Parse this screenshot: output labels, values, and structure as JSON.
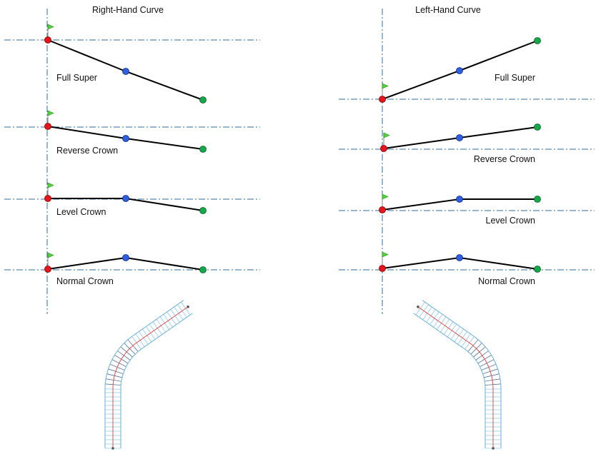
{
  "panels": [
    {
      "id": "right",
      "title": "Right-Hand Curve",
      "label_align": "left",
      "rows": [
        {
          "label": "Full Super"
        },
        {
          "label": "Reverse Crown"
        },
        {
          "label": "Level Crown"
        },
        {
          "label": "Normal Crown"
        }
      ]
    },
    {
      "id": "left",
      "title": "Left-Hand Curve",
      "label_align": "right",
      "rows": [
        {
          "label": "Full Super"
        },
        {
          "label": "Reverse Crown"
        },
        {
          "label": "Level Crown"
        },
        {
          "label": "Normal Crown"
        }
      ]
    }
  ],
  "colors": {
    "start_point": "#e8141c",
    "mid_point": "#2f5fe0",
    "end_point": "#14a84a",
    "flag": "#4fd23a",
    "axis": "#2f6b9a"
  },
  "icons": {
    "marker": "flag-icon"
  }
}
